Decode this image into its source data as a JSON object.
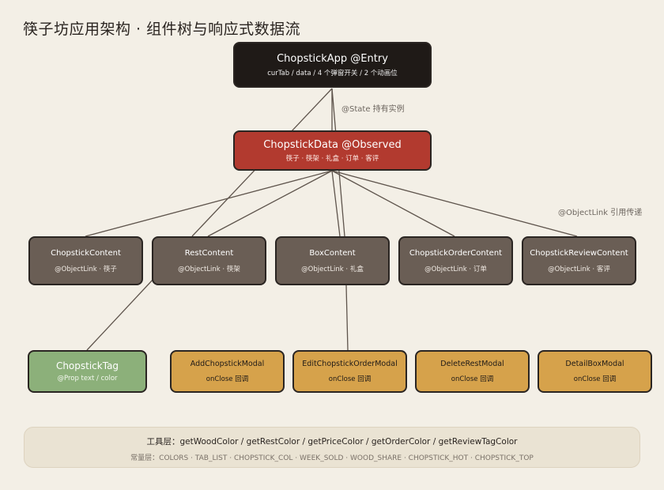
{
  "title": "筷子坊应用架构 · 组件树与响应式数据流",
  "app": {
    "name": "ChopstickApp  @Entry",
    "sub": "curTab / data / 4 个弹窗开关 / 2 个动画位"
  },
  "data_node": {
    "name": "ChopstickData  @Observed",
    "sub": "筷子 · 筷架 · 礼盒 · 订单 · 客评"
  },
  "edge_labels": {
    "state": "@State 持有实例",
    "objectlink": "@ObjectLink 引用传递"
  },
  "contents": [
    {
      "name": "ChopstickContent",
      "sub": "@ObjectLink · 筷子"
    },
    {
      "name": "RestContent",
      "sub": "@ObjectLink · 筷架"
    },
    {
      "name": "BoxContent",
      "sub": "@ObjectLink · 礼盒"
    },
    {
      "name": "ChopstickOrderContent",
      "sub": "@ObjectLink · 订单"
    },
    {
      "name": "ChopstickReviewContent",
      "sub": "@ObjectLink · 客评"
    }
  ],
  "tag": {
    "name": "ChopstickTag",
    "sub": "@Prop text / color"
  },
  "modals": [
    {
      "name": "AddChopstickModal",
      "sub": "onClose 回调"
    },
    {
      "name": "EditChopstickOrderModal",
      "sub": "onClose 回调"
    },
    {
      "name": "DeleteRestModal",
      "sub": "onClose 回调"
    },
    {
      "name": "DetailBoxModal",
      "sub": "onClose 回调"
    }
  ],
  "footer": {
    "utils": "工具层：getWoodColor / getRestColor / getPriceColor / getOrderColor / getReviewTagColor",
    "constants": "常量层：COLORS · TAB_LIST · CHOPSTICK_COL · WEEK_SOLD · WOOD_SHARE · CHOPSTICK_HOT · CHOPSTICK_TOP"
  },
  "colors": {
    "app": "#1f1a17",
    "observed": "#b23a2f",
    "content": "#6a5e55",
    "prop": "#8cb07a",
    "modal": "#d6a24b",
    "edge": "#5e544c",
    "background": "#f3efe6"
  }
}
